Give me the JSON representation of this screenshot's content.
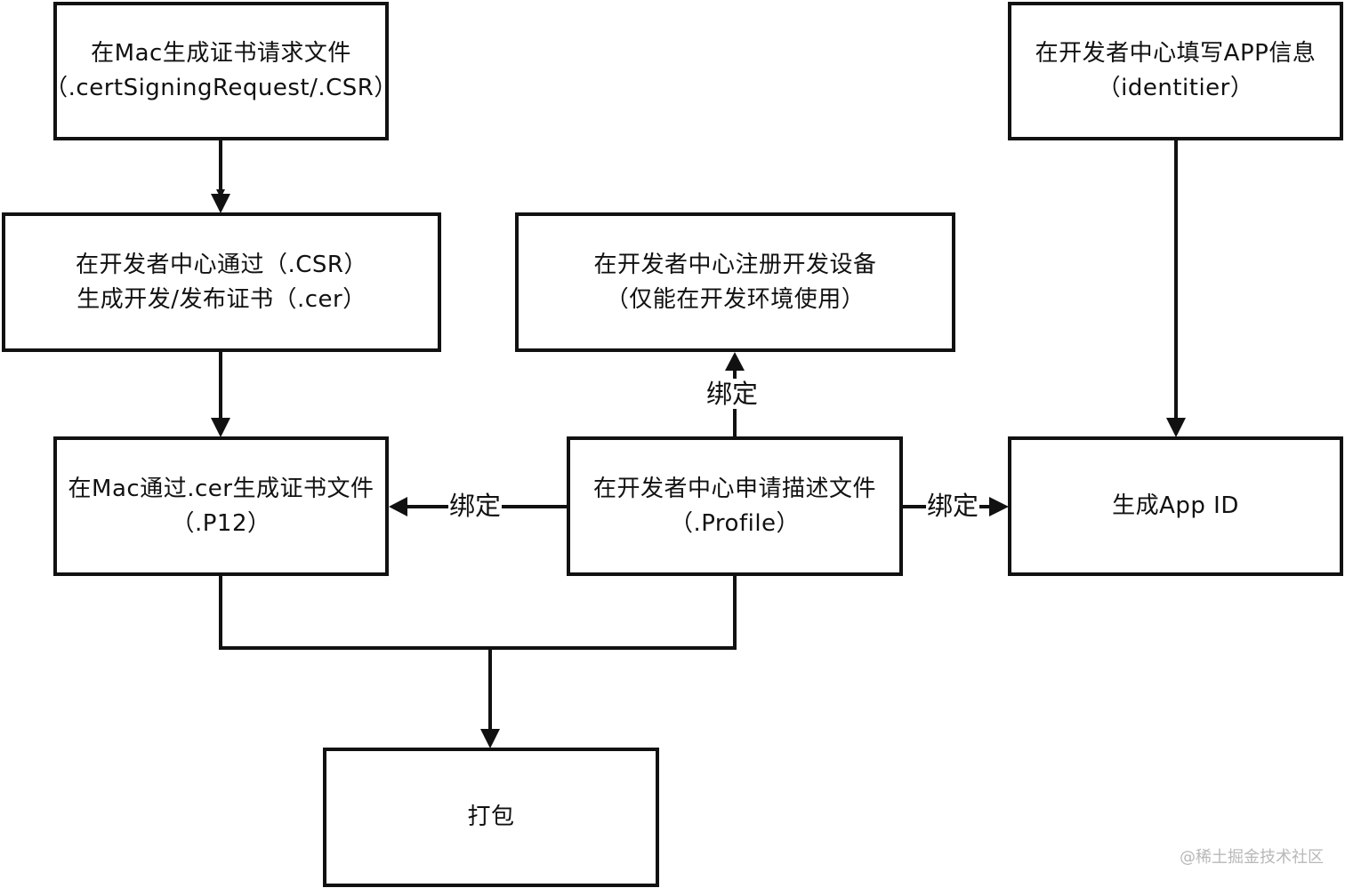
{
  "nodes": {
    "csr_file": {
      "line1": "在Mac生成证书请求文件",
      "line2": "（.certSigningRequest/.CSR）"
    },
    "cert": {
      "line1": "在开发者中心通过（.CSR）",
      "line2": "生成开发/发布证书（.cer）"
    },
    "device": {
      "line1": "在开发者中心注册开发设备",
      "line2": "（仅能在开发环境使用）"
    },
    "app_info": {
      "line1": "在开发者中心填写APP信息",
      "line2": "（identitier）"
    },
    "p12": {
      "line1": "在Mac通过.cer生成证书文件",
      "line2": "（.P12）"
    },
    "profile": {
      "line1": "在开发者中心申请描述文件",
      "line2": "（.Profile）"
    },
    "app_id": {
      "line1": "生成App ID"
    },
    "package": {
      "line1": "打包"
    }
  },
  "edge_labels": {
    "profile_to_device": "绑定",
    "profile_to_p12": "绑定",
    "profile_to_appid": "绑定"
  },
  "watermark": "@稀土掘金技术社区",
  "colors": {
    "stroke": "#111111",
    "background": "#ffffff",
    "watermark": "#b8b8b8"
  }
}
